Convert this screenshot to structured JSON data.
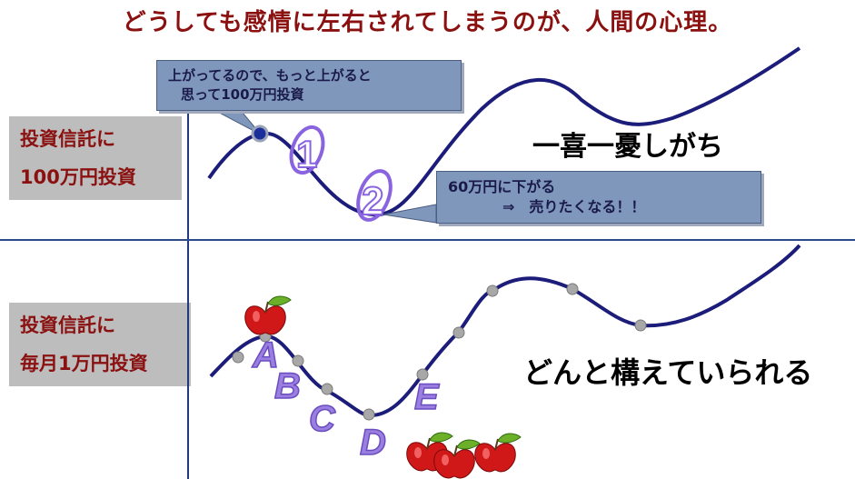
{
  "title": "どうしても感情に左右されてしまうのが、人間の心理。",
  "top_label": {
    "line1": "投資信託に",
    "line2": "100万円投資"
  },
  "bottom_label": {
    "line1": "投資信託に",
    "line2": "毎月1万円投資"
  },
  "callout_buy": {
    "line1": "上がってるので、もっと上がると",
    "line2": "思って100万円投資"
  },
  "callout_sell": {
    "line1": "60万円に下がる",
    "line2": "⇒　売りたくなる！！"
  },
  "badges": {
    "one": "1",
    "two": "2"
  },
  "mood_top": "一喜一憂しがち",
  "mood_bottom": "どんと構えていられる",
  "letters": [
    "A",
    "B",
    "C",
    "D",
    "E"
  ],
  "colors": {
    "curve": "#1c1c7a",
    "title": "#8b1010",
    "callout": "#7f97bb",
    "letters": "#9b7fe0",
    "apple": "#d01818"
  },
  "icons": [
    "apple-icon"
  ]
}
